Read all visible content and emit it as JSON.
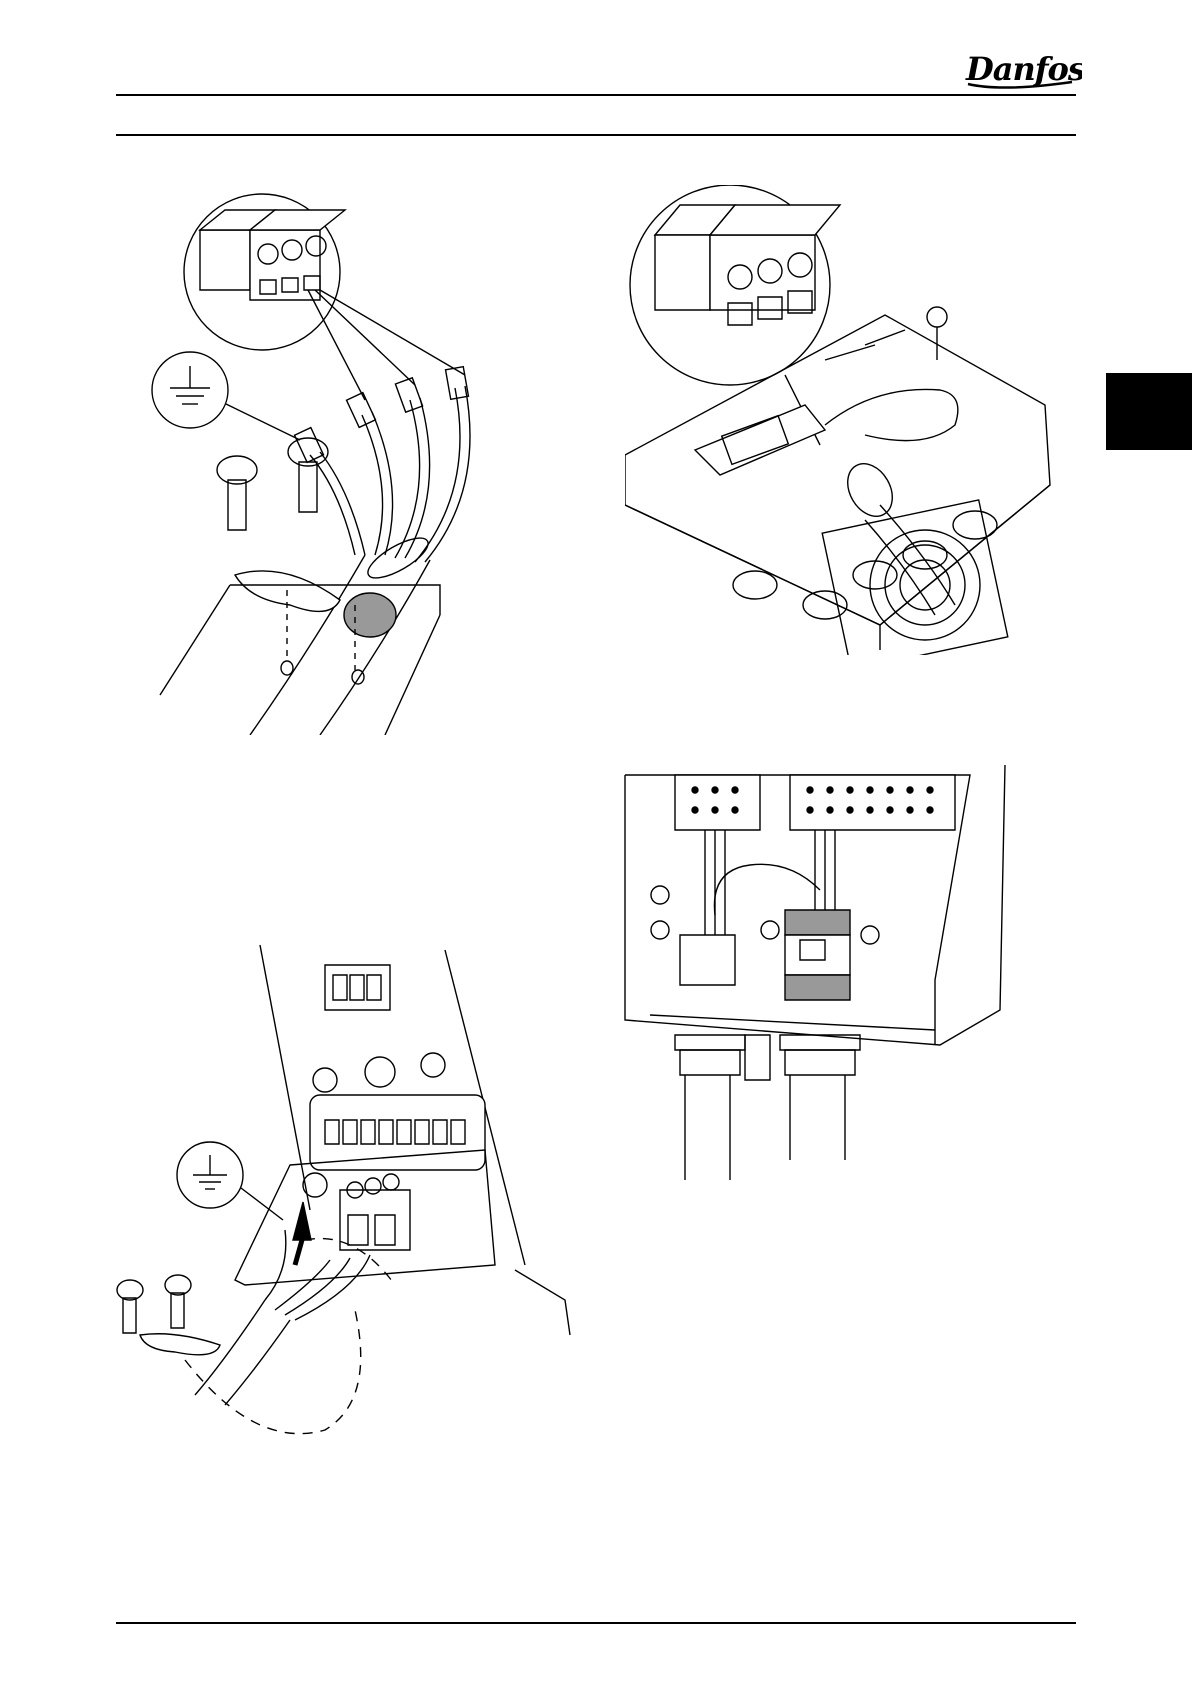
{
  "header": {
    "brand": "Danfoss"
  },
  "figures": [
    {
      "name": "terminal-plug-cable-assembly"
    },
    {
      "name": "enclosure-terminal-wiring-top"
    },
    {
      "name": "mounting-plate-plug-connection"
    },
    {
      "name": "enclosure-terminal-block-glands"
    }
  ],
  "icons": [
    "ground-symbol-icon",
    "ground-symbol-icon",
    "screw-icon",
    "arrow-up-icon"
  ]
}
